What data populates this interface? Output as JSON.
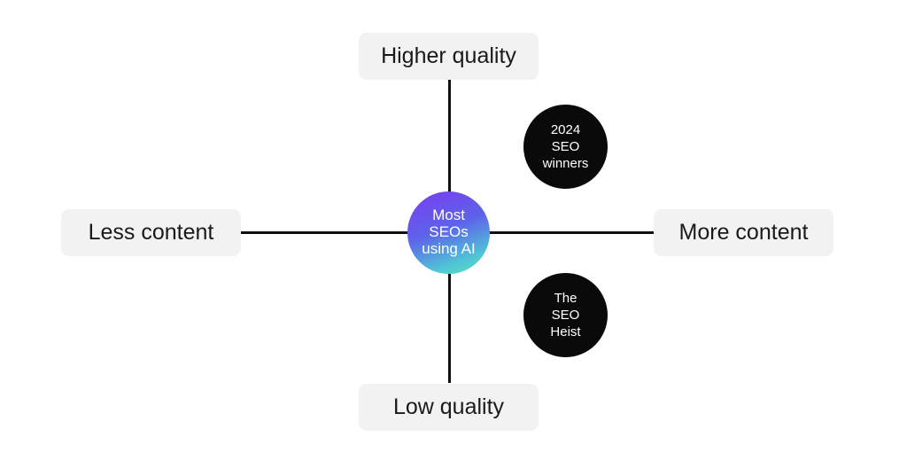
{
  "axes": {
    "top": "Higher quality",
    "bottom": "Low quality",
    "left": "Less content",
    "right": "More content"
  },
  "nodes": {
    "center": "Most\nSEOs\nusing AI",
    "upper_right": "2024\nSEO\nwinners",
    "lower_right": "The\nSEO\nHeist"
  },
  "colors": {
    "line": "#111111",
    "label_bg": "#f2f2f2",
    "dark_circle": "#0a0a0a",
    "gradient_start": "#7a3cf0",
    "gradient_end": "#5fe0b8"
  }
}
